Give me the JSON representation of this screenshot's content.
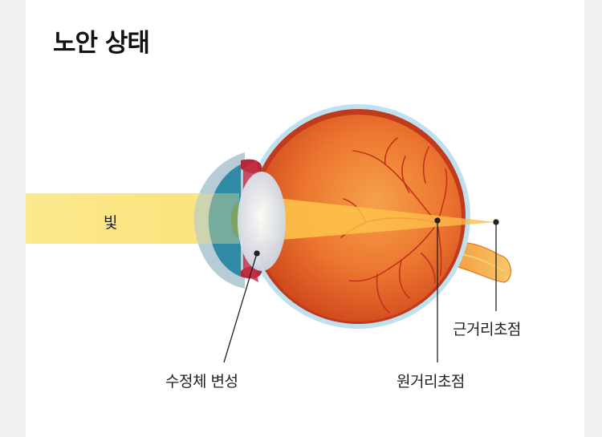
{
  "title": "노안 상태",
  "labels": {
    "light": "빛",
    "lens_degeneration": "수정체 변성",
    "far_focus": "원거리초점",
    "near_focus": "근거리초점"
  },
  "colors": {
    "background": "#f0f0f0",
    "card": "#ffffff",
    "light_beam": "#fbe98d",
    "eyeball": "#e8672a",
    "sclera_edge": "#c23a1c",
    "iris": "#2f8aa6",
    "cornea": "#9fb8c4",
    "lens": "#e9edf4",
    "optic_nerve": "#f5b24a"
  }
}
